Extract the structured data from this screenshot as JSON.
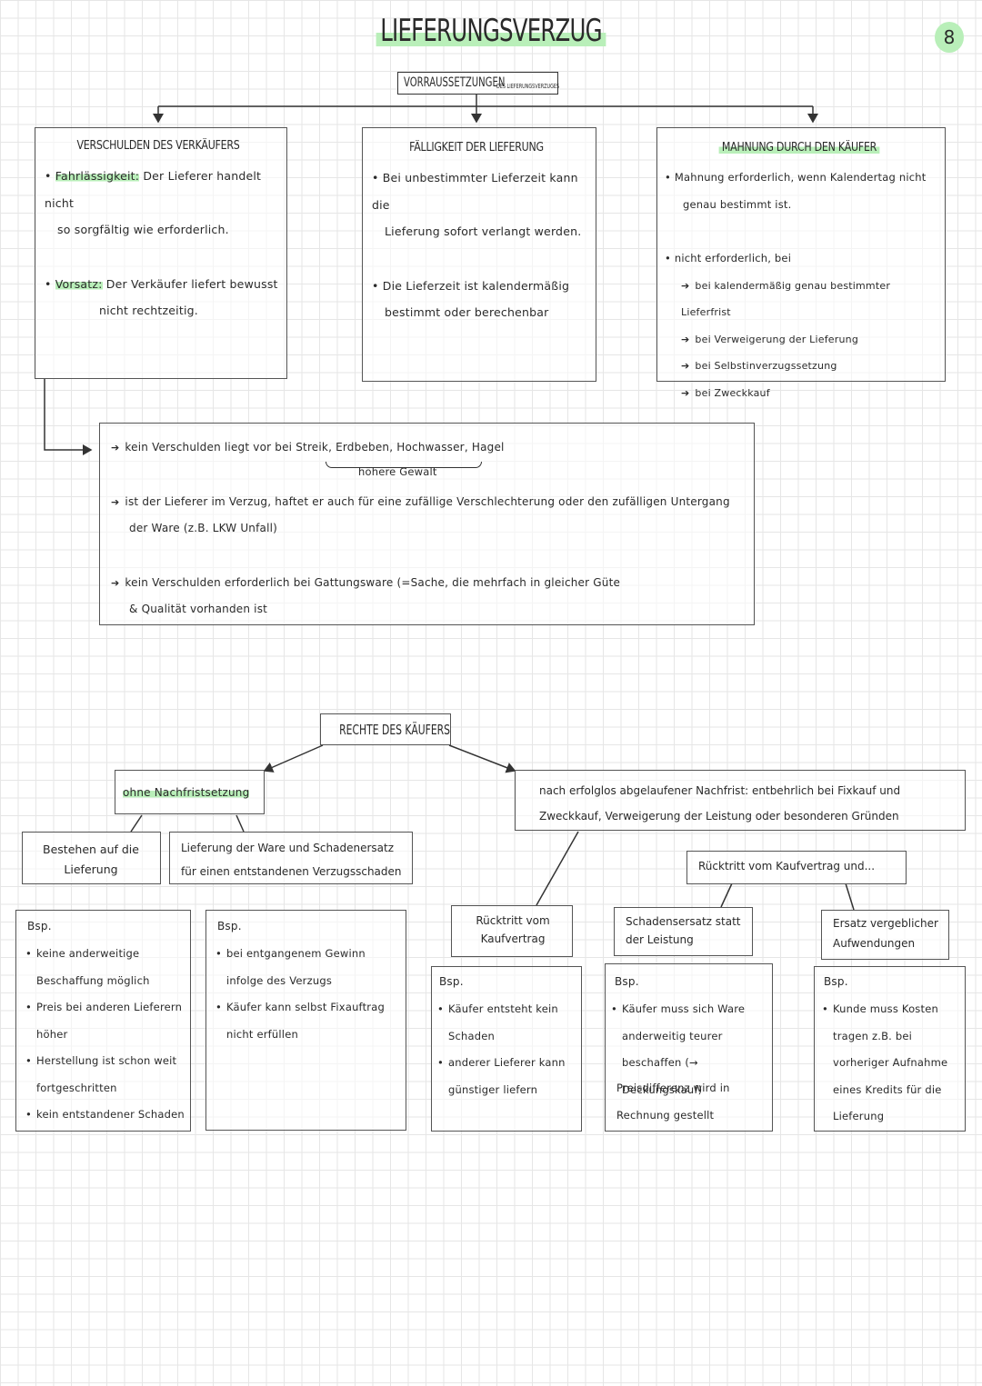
{
  "page": {
    "title": "LIEFERUNGSVERZUG",
    "page_number": "8"
  },
  "top": {
    "heading": "VORRAUSSETZUNGEN",
    "heading_sub": "DES LIEFERUNGSVERZUGES",
    "boxes": [
      {
        "title": "VERSCHULDEN DES VERKÄUFERS",
        "items": [
          {
            "label": "Fahrlässigkeit:",
            "text": "Der Lieferer handelt nicht",
            "cont": "so sorgfältig wie erforderlich."
          },
          {
            "label": "Vorsatz:",
            "text": "Der Verkäufer liefert bewusst",
            "cont": "nicht rechtzeitig."
          }
        ]
      },
      {
        "title": "FÄLLIGKEIT DER LIEFERUNG",
        "items": [
          {
            "text": "Bei unbestimmter Lieferzeit kann die",
            "cont": "Lieferung sofort verlangt werden."
          },
          {
            "text": "Die Lieferzeit ist kalendermäßig",
            "cont": "bestimmt oder berechenbar"
          }
        ]
      },
      {
        "title": "MAHNUNG DURCH DEN KÄUFER",
        "items": [
          {
            "text": "Mahnung erforderlich, wenn Kalendertag nicht",
            "cont": "genau bestimmt ist."
          },
          {
            "text": "nicht erforderlich, bei"
          }
        ],
        "sub_items": [
          "bei kalendermäßig genau bestimmter Lieferfrist",
          "bei Verweigerung der Lieferung",
          "bei Selbstinverzugssetzung",
          "bei Zweckkauf"
        ]
      }
    ]
  },
  "middle": {
    "line1": "kein Verschulden liegt vor bei Streik, Erdbeben, Hochwasser, Hagel",
    "line1_brace": "höhere Gewalt",
    "line2": "ist der Lieferer im Verzug, haftet er auch für eine zufällige Verschlechterung oder den zufälligen Untergang",
    "line2_cont": "der Ware (z.B. LKW Unfall)",
    "line3": "kein Verschulden erforderlich bei Gattungsware (=Sache, die mehrfach in gleicher Güte",
    "line3_cont": "& Qualität vorhanden ist"
  },
  "rights": {
    "heading": "RECHTE DES KÄUFERS",
    "left_branch": "ohne Nachfristsetzung",
    "left_options": [
      "Bestehen auf die Lieferung",
      "Lieferung der Ware und Schadenersatz für einen entstandenen Verzugsschaden"
    ],
    "left_examples": [
      {
        "label": "Bsp.",
        "items": [
          "keine anderweitige Beschaffung möglich",
          "Preis bei anderen Lieferern höher",
          "Herstellung ist schon weit fortgeschritten",
          "kein entstandener Schaden"
        ]
      },
      {
        "label": "Bsp.",
        "items": [
          "bei entgangenem Gewinn infolge des Verzugs",
          "Käufer kann selbst Fixauftrag nicht erfüllen"
        ]
      }
    ],
    "right_branch": "nach erfolglos abgelaufener Nachfrist: entbehrlich bei Fixkauf und Zweckkauf, Verweigerung der Leistung oder besonderen Gründen",
    "withdraw_and": "Rücktritt vom Kaufvertrag und...",
    "right_options": [
      "Rücktritt vom Kaufvertrag",
      "Schadensersatz statt der Leistung",
      "Ersatz vergeblicher Aufwendungen"
    ],
    "right_examples": [
      {
        "label": "Bsp.",
        "items": [
          "Käufer entsteht kein Schaden",
          "anderer Lieferer kann günstiger liefern"
        ]
      },
      {
        "label": "Bsp.",
        "items": [
          "Käufer muss sich Ware anderweitig teurer beschaffen (→ Deckungskauf)"
        ],
        "note": "Preisdifferenz wird in Rechnung gestellt"
      },
      {
        "label": "Bsp.",
        "items": [
          "Kunde muss Kosten tragen z.B. bei vorheriger Aufnahme eines Kredits für die Lieferung"
        ]
      }
    ]
  },
  "colors": {
    "highlight": "#b9efb9",
    "ink": "#2a2a2a",
    "grid": "#e6e6e6"
  }
}
